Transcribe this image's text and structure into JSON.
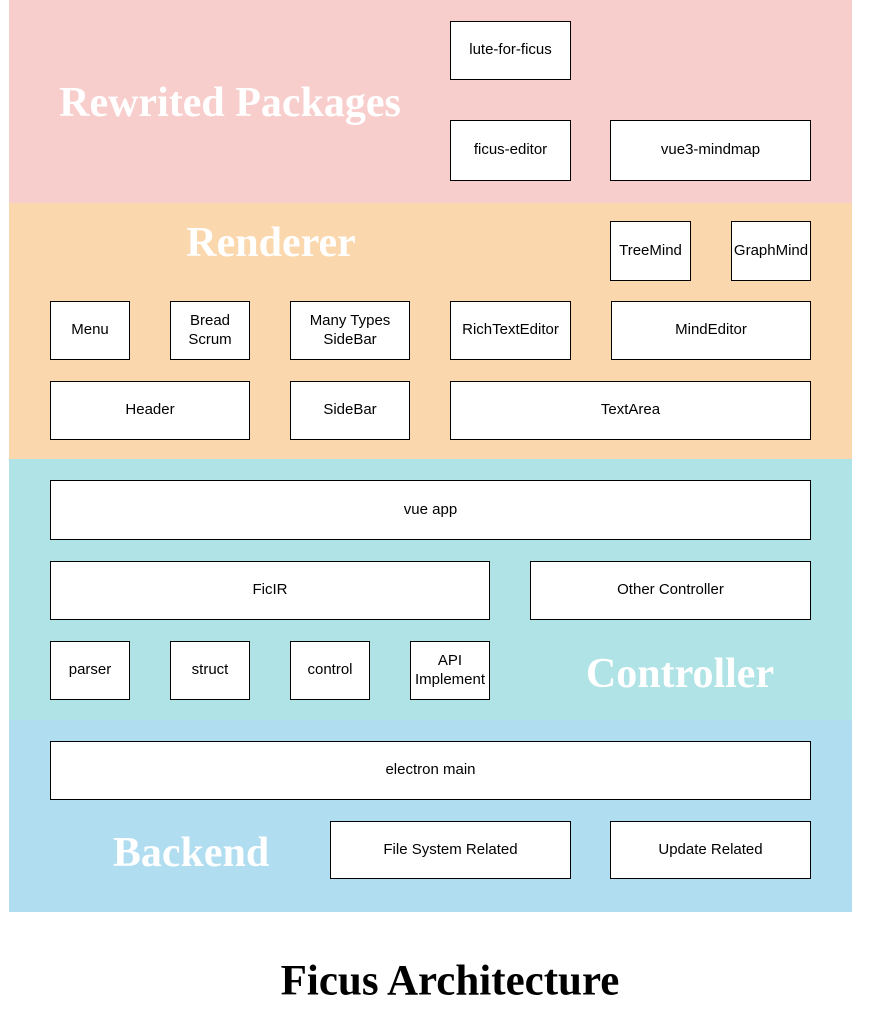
{
  "colors": {
    "rewrited_packages_band": "#f8cecc",
    "renderer_band": "#fad7ac",
    "controller_band": "#b0e3e6",
    "backend_band": "#b1ddf0",
    "box_fill": "#ffffff",
    "box_border": "#000000",
    "band_title_text": "#ffffff",
    "caption_text": "#000000"
  },
  "layers": {
    "rewrited_packages": {
      "title": "Rewrited Packages",
      "boxes": {
        "lute_for_ficus": "lute-for-ficus",
        "ficus_editor": "ficus-editor",
        "vue3_mindmap": "vue3-mindmap"
      }
    },
    "renderer": {
      "title": "Renderer",
      "boxes": {
        "treemind": "TreeMind",
        "graphmind": "GraphMind",
        "menu": "Menu",
        "bread_scrum": "Bread Scrum",
        "many_types_sidebar": "Many Types SideBar",
        "rich_text_editor": "RichTextEditor",
        "mind_editor": "MindEditor",
        "header": "Header",
        "sidebar": "SideBar",
        "text_area": "TextArea"
      }
    },
    "controller": {
      "title": "Controller",
      "boxes": {
        "vue_app": "vue app",
        "ficir": "FicIR",
        "other_controller": "Other Controller",
        "parser": "parser",
        "struct": "struct",
        "control": "control",
        "api_implement": "API Implement"
      }
    },
    "backend": {
      "title": "Backend",
      "boxes": {
        "electron_main": "electron main",
        "file_system_related": "File System Related",
        "update_related": "Update Related"
      }
    }
  },
  "caption": "Ficus Architecture"
}
